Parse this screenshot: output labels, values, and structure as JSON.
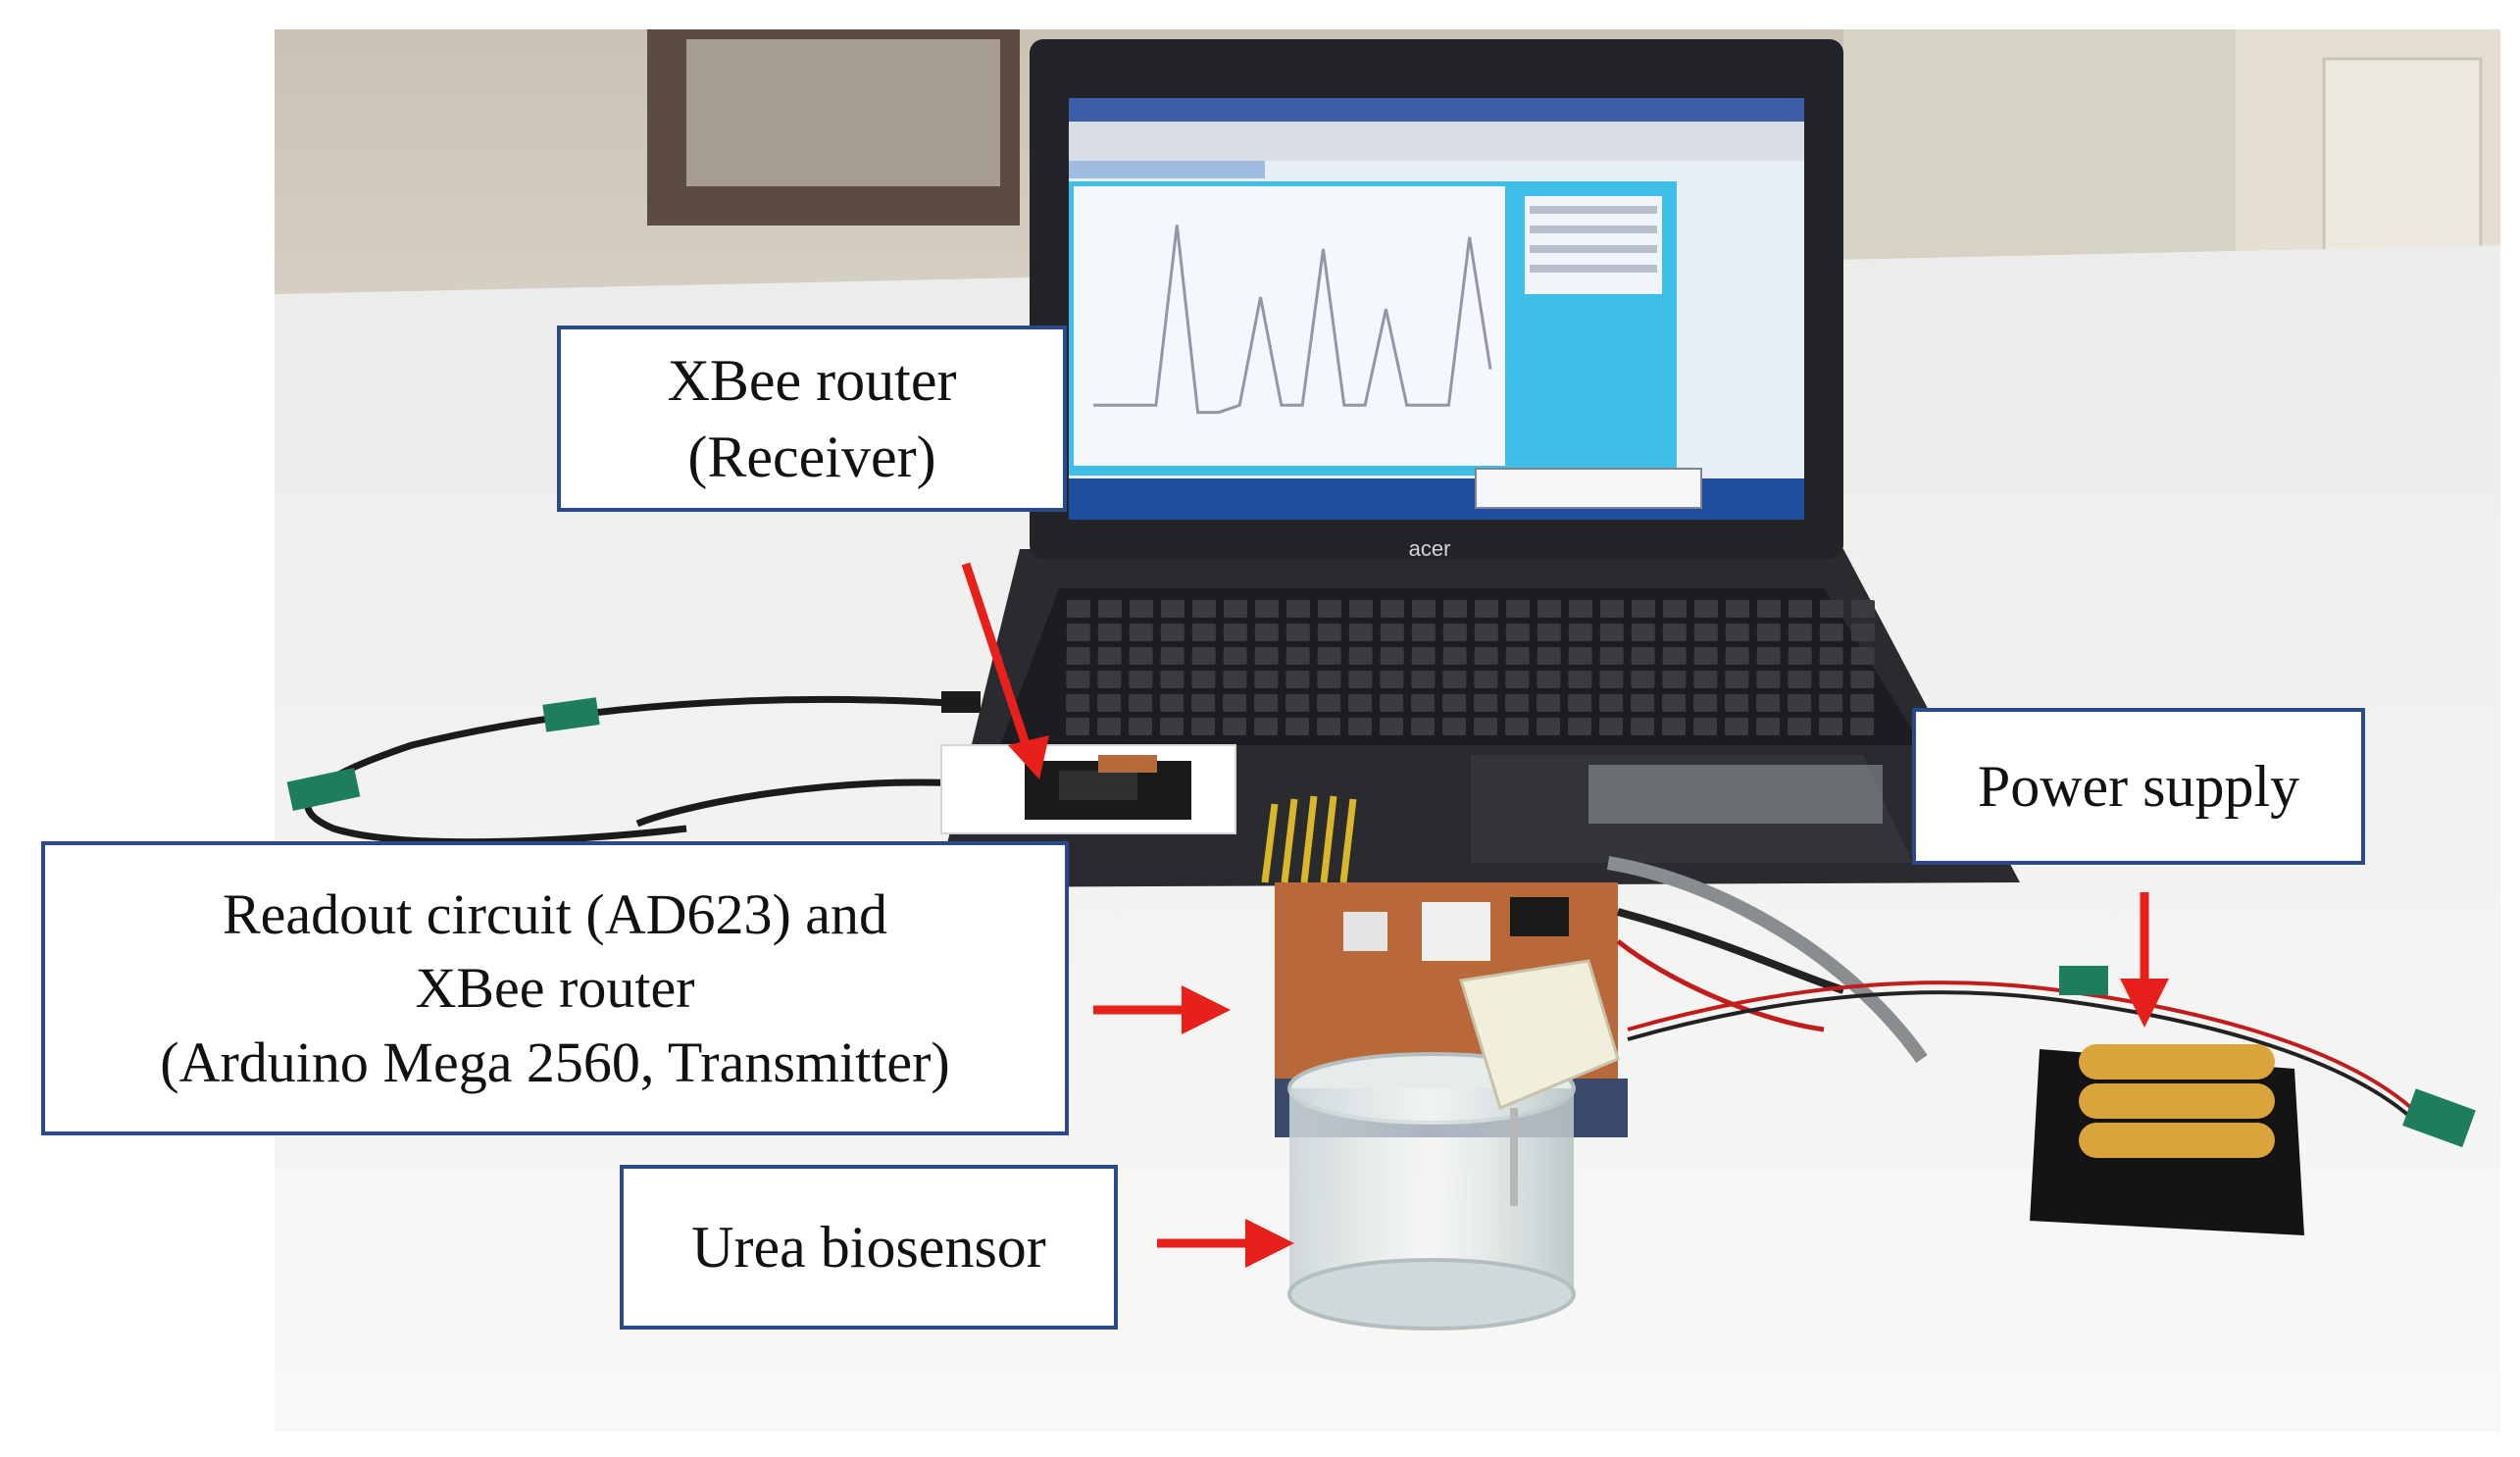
{
  "labels": {
    "xbee_receiver": {
      "line1": "XBee router",
      "line2": "(Receiver)"
    },
    "readout_circuit": {
      "line1": "Readout circuit (AD623) and",
      "line2": "XBee router",
      "line3": "(Arduino Mega 2560, Transmitter)"
    },
    "urea_biosensor": {
      "line1": "Urea biosensor"
    },
    "power_supply": {
      "line1": "Power supply"
    }
  },
  "laptop_brand": "acer",
  "colors": {
    "arrow": "#e8201c",
    "callout_border": "#2b4a8a",
    "table": "#f3f3f1",
    "laptop": "#2a2b2f",
    "screen_plot_bg": "#f4f8fc",
    "screen_panel": "#3fbfe8",
    "pcb": "#b9683a",
    "battery_case": "#141414",
    "battery_gold": "#d9a43a",
    "tape": "#1d7d5c"
  },
  "icons": [
    "arrow-icon"
  ],
  "chart_data": {
    "type": "line",
    "y": [
      0.15,
      0.15,
      0.15,
      0.15,
      0.9,
      0.12,
      0.12,
      0.15,
      0.6,
      0.15,
      0.15,
      0.8,
      0.15,
      0.15,
      0.55,
      0.15,
      0.15,
      0.15,
      0.85,
      0.3
    ]
  }
}
